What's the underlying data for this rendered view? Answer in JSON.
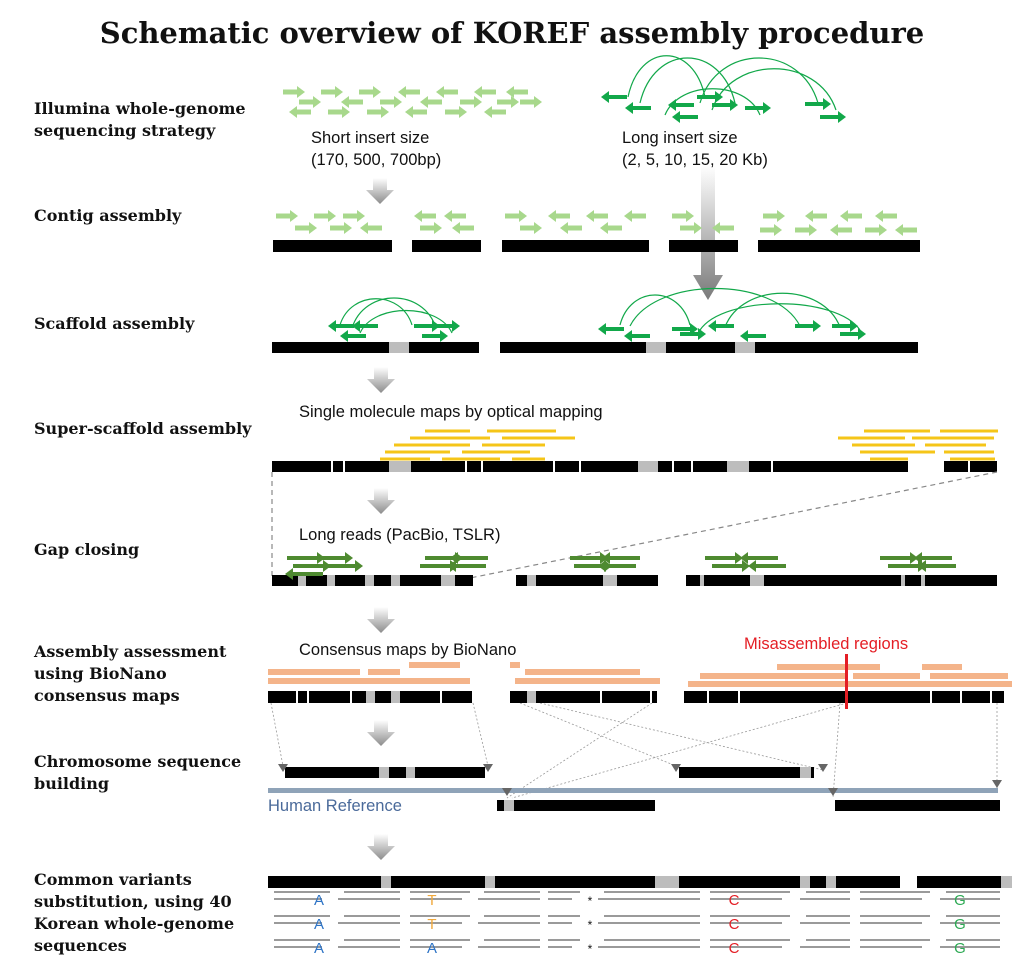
{
  "title": "Schematic overview of KOREF assembly procedure",
  "steps": {
    "s1": "Illumina whole-genome\nsequencing strategy",
    "s2": "Contig assembly",
    "s3": "Scaffold assembly",
    "s4": "Super-scaffold assembly",
    "s5": "Gap closing",
    "s6": "Assembly assessment\nusing BioNano\nconsensus maps",
    "s7": "Chromosome sequence\nbuilding",
    "s8": "Common variants\nsubstitution, using 40\nKorean whole-genome\nsequences"
  },
  "labels": {
    "short_insert": "Short insert size\n(170, 500, 700bp)",
    "long_insert": "Long insert size\n(2, 5, 10, 15, 20 Kb)",
    "optical": "Single molecule maps by optical mapping",
    "long_reads": "Long reads (PacBio, TSLR)",
    "consensus": "Consensus maps by BioNano",
    "misassembled": "Misassembled regions",
    "human_ref": "Human Reference"
  },
  "variant_rows": [
    [
      "A",
      "T",
      "*",
      "C",
      "G"
    ],
    [
      "A",
      "T",
      "*",
      "C",
      "G"
    ],
    [
      "A",
      "A",
      "*",
      "C",
      "G"
    ]
  ],
  "colors": {
    "contig": "#000000",
    "gap": "#bdbdbd",
    "short_read": "#a8d88c",
    "long_pair": "#12a84a",
    "optical_map": "#f5c518",
    "long_read": "#4e8a30",
    "consensus_map": "#f4b48a",
    "misassembled": "#e41e25",
    "reference": "#8fa3b8",
    "variant_a": "#2e74c6",
    "variant_t": "#f0a83c",
    "variant_c": "#e41e25",
    "variant_g": "#2eaa55"
  }
}
